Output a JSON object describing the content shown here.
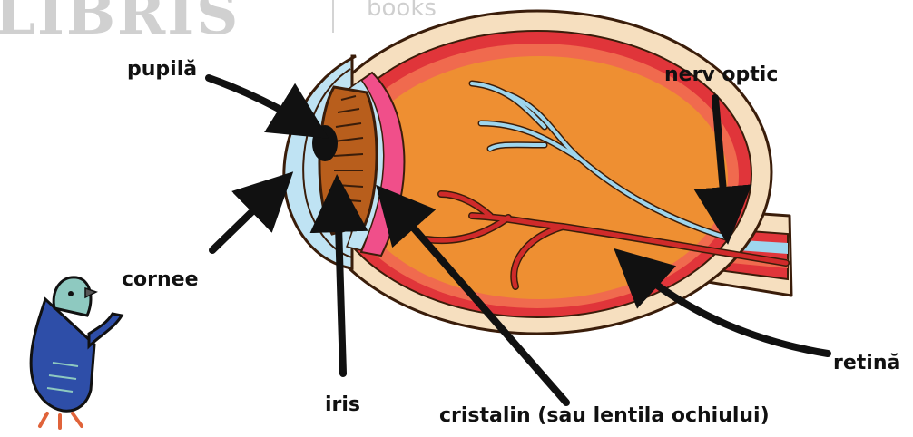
{
  "watermark": {
    "brand": "LIBRIS",
    "sub": "books"
  },
  "labels": {
    "pupil": "pupilă",
    "optic_nerve": "nerv optic",
    "cornea": "cornee",
    "retina": "retină",
    "iris": "iris",
    "lens": "cristalin (sau lentila ochiului)"
  },
  "colors": {
    "outer_sclera": "#f6dfbf",
    "choroid": "#e0353a",
    "retina_band": "#f06a4e",
    "vitreous": "#ee8f32",
    "cornea": "#bfe3f3",
    "iris": "#b85e1c",
    "lens": "#f04f8a",
    "nerve_blue": "#9ed6ee",
    "blood": "#cf2a2a",
    "arrow": "#111111",
    "bird_body": "#2e4ea8",
    "bird_head": "#8ec9c0"
  }
}
